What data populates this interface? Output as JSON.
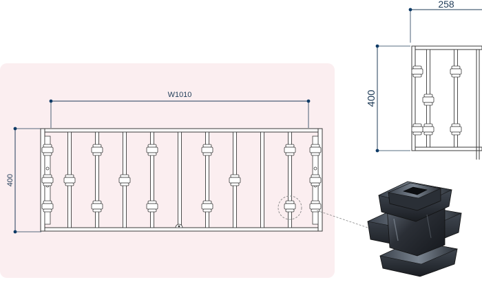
{
  "front_view": {
    "width_label": "W1010",
    "height_label": "400",
    "panel_color": "#fbeef0",
    "baluster_count": 9,
    "collar_pattern": [
      "middle",
      "top-bottom",
      "middle",
      "top-bottom",
      "none",
      "top-bottom",
      "middle",
      "none",
      "top-bottom"
    ]
  },
  "side_view": {
    "depth_label": "258",
    "height_label": "400"
  },
  "colors": {
    "line": "#3a3a3a",
    "dimension": "#1f3b57",
    "dimension_dot": "#0d3a66",
    "callout": "#888888",
    "iron_dark": "#2b2f36",
    "iron_light": "#6a7380"
  },
  "detail": {
    "name": "square-collar-casting"
  }
}
